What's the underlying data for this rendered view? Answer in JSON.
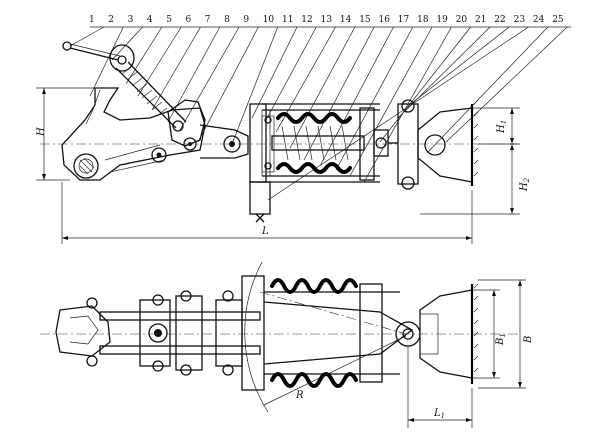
{
  "part_numbers": [
    "1",
    "2",
    "3",
    "4",
    "5",
    "6",
    "7",
    "8",
    "9",
    "10",
    "11",
    "12",
    "13",
    "14",
    "15",
    "16",
    "17",
    "18",
    "19",
    "20",
    "21",
    "22",
    "23",
    "24",
    "25"
  ],
  "dimensions": {
    "H": "H",
    "H1": "H",
    "H1_sub": "1",
    "H2": "H",
    "H2_sub": "2",
    "L": "L",
    "B": "B",
    "B1": "B",
    "B1_sub": "1",
    "R": "R",
    "L1": "L",
    "L1_sub": "1"
  }
}
